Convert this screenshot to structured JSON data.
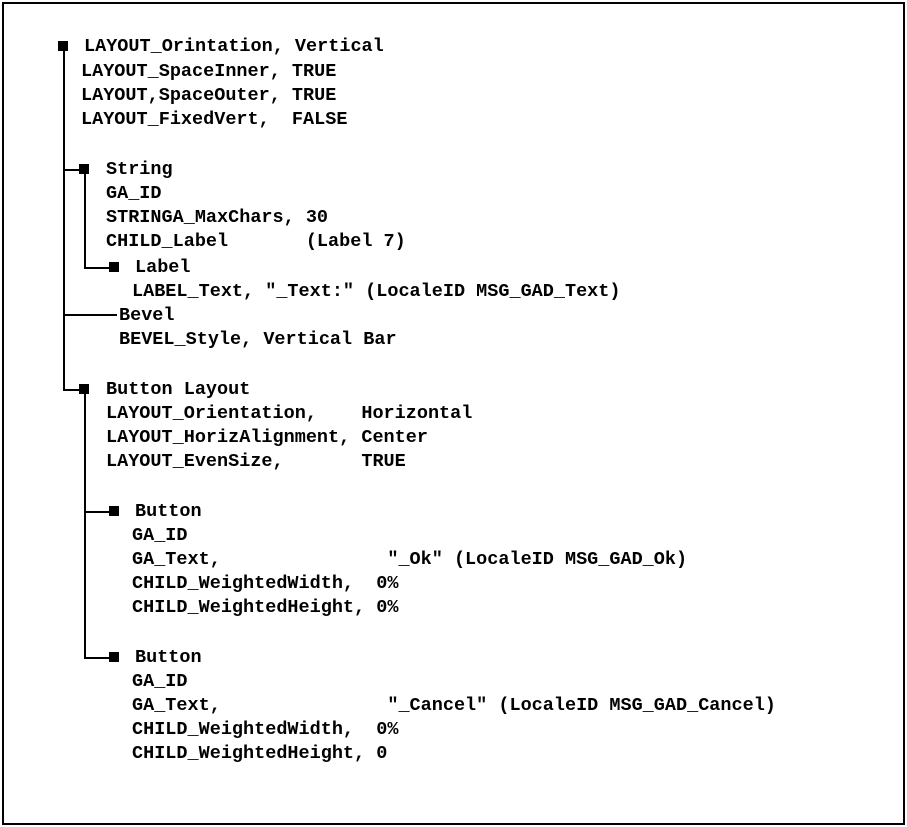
{
  "tree": {
    "root": {
      "header": "LAYOUT_Orintation, Vertical",
      "props": [
        "LAYOUT_SpaceInner, TRUE",
        "LAYOUT,SpaceOuter, TRUE",
        "LAYOUT_FixedVert,  FALSE"
      ]
    },
    "string": {
      "header": "String",
      "props": [
        "GA_ID",
        "STRINGA_MaxChars, 30",
        "CHILD_Label       (Label 7)"
      ]
    },
    "label": {
      "header": "Label",
      "props": [
        "LABEL_Text, \"_Text:\" (LocaleID MSG_GAD_Text)"
      ]
    },
    "bevel": {
      "header": "Bevel",
      "props": [
        "BEVEL_Style, Vertical Bar"
      ]
    },
    "button_layout": {
      "header": "Button Layout",
      "props": [
        "LAYOUT_Orientation,    Horizontal",
        "LAYOUT_HorizAlignment, Center",
        "LAYOUT_EvenSize,       TRUE"
      ]
    },
    "button_ok": {
      "header": "Button",
      "props": [
        "GA_ID",
        "GA_Text,               \"_Ok\" (LocaleID MSG_GAD_Ok)",
        "CHILD_WeightedWidth,  0%",
        "CHILD_WeightedHeight, 0%"
      ]
    },
    "button_cancel": {
      "header": "Button",
      "props": [
        "GA_ID",
        "GA_Text,               \"_Cancel\" (LocaleID MSG_GAD_Cancel)",
        "CHILD_WeightedWidth,  0%",
        "CHILD_WeightedHeight, 0"
      ]
    }
  }
}
